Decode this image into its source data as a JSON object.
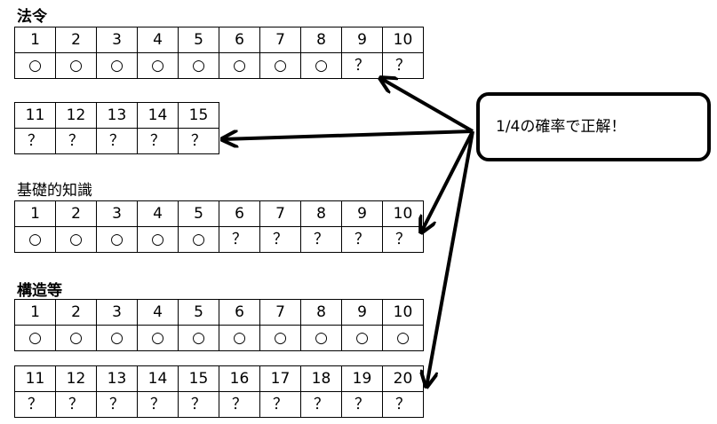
{
  "sections": [
    {
      "title": "法令"
    },
    {
      "title": "基礎的知識"
    },
    {
      "title": "構造等"
    }
  ],
  "tables": [
    {
      "numbers": [
        "1",
        "2",
        "3",
        "4",
        "5",
        "6",
        "7",
        "8",
        "9",
        "10"
      ],
      "marks": [
        "○",
        "○",
        "○",
        "○",
        "○",
        "○",
        "○",
        "○",
        "？",
        "？"
      ]
    },
    {
      "numbers": [
        "11",
        "12",
        "13",
        "14",
        "15"
      ],
      "marks": [
        "？",
        "？",
        "？",
        "？",
        "？"
      ]
    },
    {
      "numbers": [
        "1",
        "2",
        "3",
        "4",
        "5",
        "6",
        "7",
        "8",
        "9",
        "10"
      ],
      "marks": [
        "○",
        "○",
        "○",
        "○",
        "○",
        "？",
        "？",
        "？",
        "？",
        "？"
      ]
    },
    {
      "numbers": [
        "1",
        "2",
        "3",
        "4",
        "5",
        "6",
        "7",
        "8",
        "9",
        "10"
      ],
      "marks": [
        "○",
        "○",
        "○",
        "○",
        "○",
        "○",
        "○",
        "○",
        "○",
        "○"
      ]
    },
    {
      "numbers": [
        "11",
        "12",
        "13",
        "14",
        "15",
        "16",
        "17",
        "18",
        "19",
        "20"
      ],
      "marks": [
        "？",
        "？",
        "？",
        "？",
        "？",
        "？",
        "？",
        "？",
        "？",
        "？"
      ]
    }
  ],
  "callout": {
    "text": "1/4の確率で正解！"
  }
}
